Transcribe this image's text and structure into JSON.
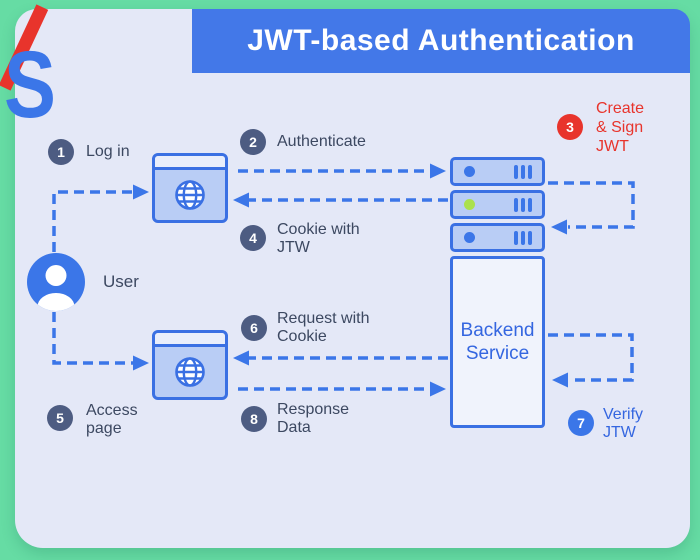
{
  "title": "JWT-based Authentication",
  "logo": {
    "letter": "S"
  },
  "user": {
    "label": "User"
  },
  "backend": {
    "label": "Backend\nService"
  },
  "steps": [
    {
      "num": "1",
      "label": "Log in"
    },
    {
      "num": "2",
      "label": "Authenticate"
    },
    {
      "num": "3",
      "label": "Create\n& Sign\nJWT"
    },
    {
      "num": "4",
      "label": "Cookie with\nJTW"
    },
    {
      "num": "5",
      "label": "Access\npage"
    },
    {
      "num": "6",
      "label": "Request with\nCookie"
    },
    {
      "num": "7",
      "label": "Verify\nJTW"
    },
    {
      "num": "8",
      "label": "Response\nData"
    }
  ],
  "colors": {
    "background_green": "#66dca4",
    "panel": "#e4e8f7",
    "title_bar_blue": "#4378e8",
    "accent_blue": "#3b76e8",
    "node_border_blue": "#3a70e3",
    "node_fill_blue": "#b9cdf5",
    "badge_slate": "#4d5c82",
    "badge_red": "#e8342c",
    "badge_blue": "#3b76e8",
    "text_dark": "#3c4861",
    "text_red": "#e8342c",
    "text_blue": "#3466e0",
    "server_led_green": "#abe14e",
    "logo_red": "#e8342c",
    "logo_blue": "#3b76e8"
  }
}
